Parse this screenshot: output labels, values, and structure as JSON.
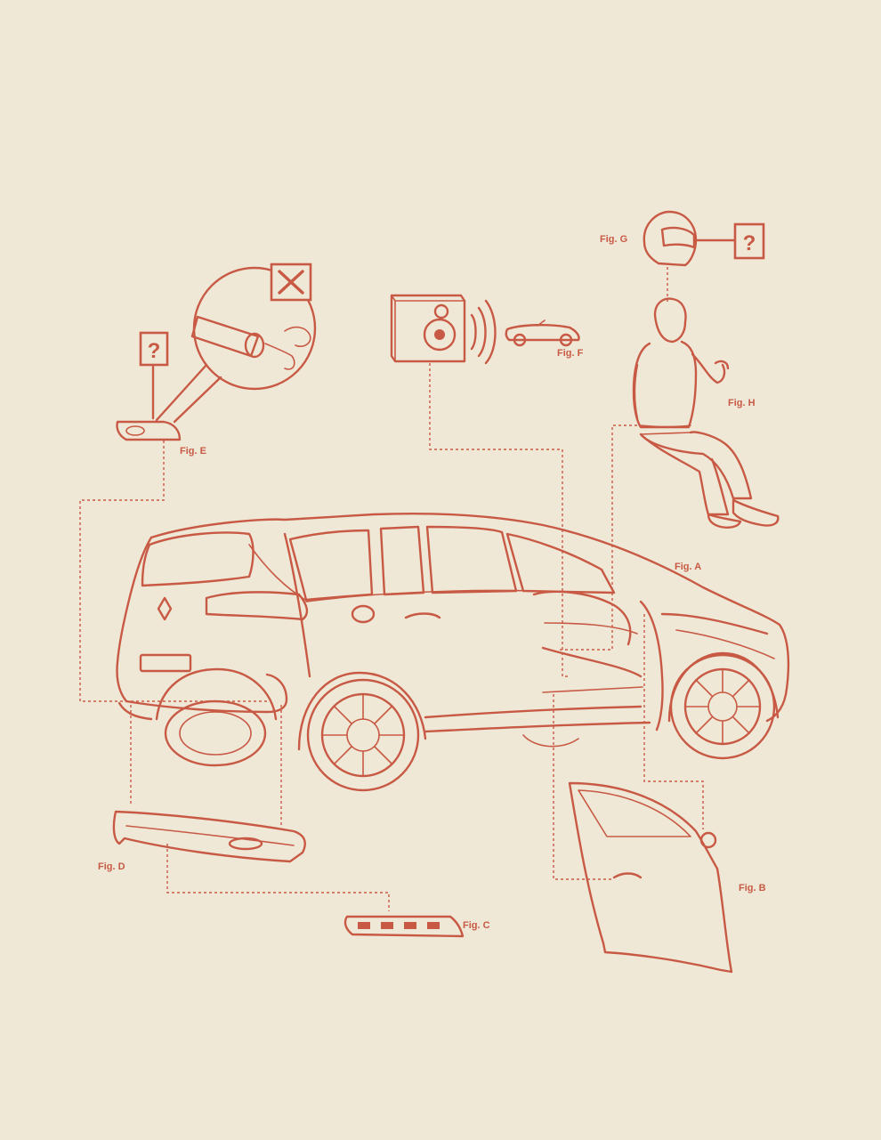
{
  "figures": {
    "a": "Fig. A",
    "b": "Fig. B",
    "c": "Fig. C",
    "d": "Fig. D",
    "e": "Fig. E",
    "f": "Fig. F",
    "g": "Fig. G",
    "h": "Fig. H"
  },
  "marks": {
    "question": "?"
  },
  "colors": {
    "paper": "#efe8d6",
    "ink": "#c85a45"
  },
  "icons": [
    "x-box-icon",
    "question-box-icon",
    "speaker-icon",
    "sound-waves-icon",
    "helmet-icon",
    "convertible-car-icon"
  ]
}
